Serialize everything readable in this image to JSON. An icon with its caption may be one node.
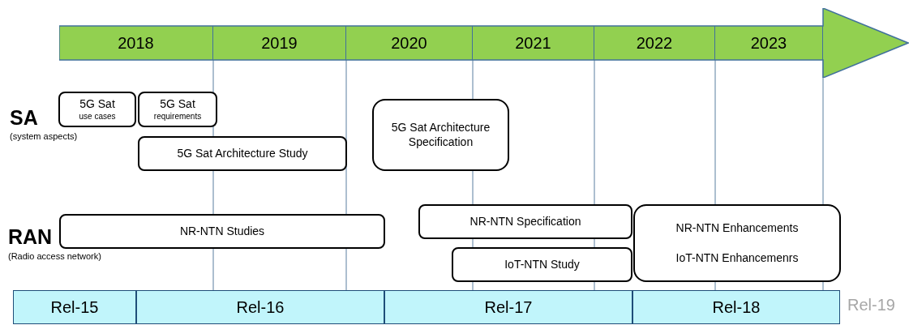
{
  "diagram": {
    "nodes": [
      {
        "text": [],
        "shape": "arrow"
      },
      {
        "text": [
          "2018"
        ],
        "in": 0
      },
      {
        "text": [
          "2019"
        ],
        "in": 0
      },
      {
        "text": [
          "2020"
        ],
        "in": 0
      },
      {
        "text": [
          "2021"
        ],
        "in": 0
      },
      {
        "text": [
          "2022"
        ],
        "in": 0
      },
      {
        "text": [
          "2023"
        ],
        "in": 0
      },
      {
        "text": [
          "5G Sat",
          "use cases"
        ]
      },
      {
        "text": [
          "5G Sat",
          "requirements"
        ]
      },
      {
        "text": [
          "5G Sat Architecture Study"
        ]
      },
      {
        "text": [
          "5G Sat Architecture Specification"
        ]
      },
      {
        "text": [
          "NR-NTN Studies"
        ]
      },
      {
        "text": [
          "NR-NTN Specification"
        ]
      },
      {
        "text": [
          "IoT-NTN Study"
        ]
      },
      {
        "text": [
          "NR-NTN Enhancements",
          "IoT-NTN Enhancemenrs"
        ]
      },
      {
        "text": [
          "Rel-15"
        ]
      },
      {
        "text": [
          "Rel-16"
        ]
      },
      {
        "text": [
          "Rel-17"
        ]
      },
      {
        "text": [
          "Rel-18"
        ]
      }
    ],
    "labels": [
      "SA",
      "(system aspects)",
      "RAN",
      "(Radio access network)",
      "Rel-19"
    ]
  }
}
